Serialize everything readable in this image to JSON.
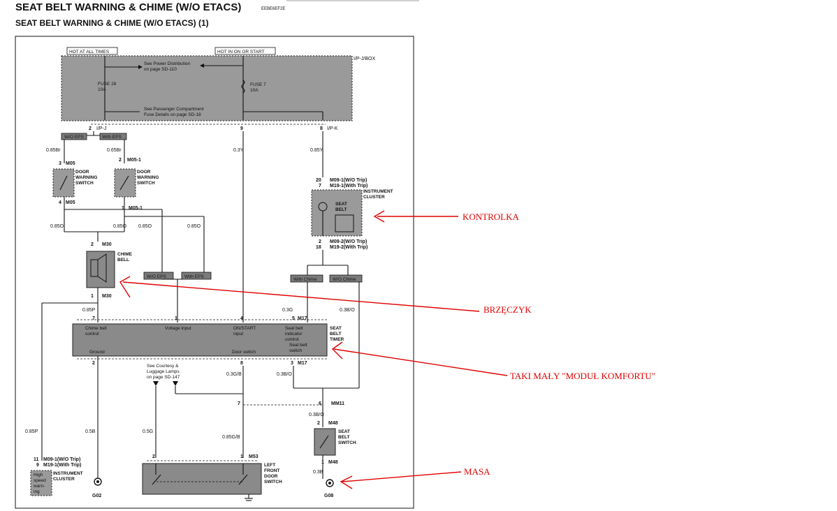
{
  "header": {
    "title": "SEAT BELT WARNING & CHIME (W/O ETACS)",
    "code": "EEBE6EF2E",
    "subtitle": "SEAT BELT WARNING & CHIME (W/O ETACS) (1)"
  },
  "power": {
    "hot_at_all_times": "HOT AT ALL TIMES",
    "hot_in_on": "HOT IN ON OR START",
    "ipj_box": "I/P-J/BOX",
    "power_dist": "See Power Distribution",
    "power_dist2": "on page SD-110",
    "fuse28": "FUSE 28",
    "fuse28_amp": "10A",
    "fuse7": "FUSE 7",
    "fuse7_amp": "10A",
    "passenger": "See Passenger Compartment",
    "passenger2": "Fuse Details on page SD-18"
  },
  "connectors": {
    "ipj": "I/P-J",
    "ipk": "I/P-K",
    "pin2": "2",
    "pin9": "9",
    "pin8": "8"
  },
  "tags": {
    "wo_eps": "W/O EPS",
    "with_eps": "With EPS",
    "with_chime": "With Chime",
    "wo_chime": "W/O Chime"
  },
  "wires": {
    "w085br": "0.85Br",
    "w085br2": "0.65Br",
    "w03y": "0.3Y",
    "w085y": "0.85Y",
    "w085o": "0.85O",
    "w085p": "0.85P",
    "w03g": "0.3G",
    "w03bo": "0.3B/O",
    "w05b": "0.5B",
    "w05g": "0.5G",
    "w03gb": "0.3G/B",
    "w085gb": "0.85G/B"
  },
  "components": {
    "door_warning": "DOOR",
    "door_warning2": "WARNING",
    "door_warning3": "SWITCH",
    "m05": "M05",
    "m05_1": "M05-1",
    "chime": "CHIME",
    "chime2": "BELL",
    "m30": "M30",
    "ic": "INSTRUMENT",
    "ic2": "CLUSTER",
    "seat": "SEAT",
    "belt": "BELT",
    "m09_1": "M09-1(W/O Trip)",
    "m19_1": "M19-1(With Trip)",
    "m09_2": "M09-2(W/O Trip)",
    "m19_2": "M19-2(With Trip)",
    "timer": "TIMER",
    "m17": "M17",
    "chime_bell_ctrl": "Chime bell",
    "chime_bell_ctrl2": "control",
    "voltage_input": "Voltage input",
    "on_start": "ON/START",
    "on_start2": "input",
    "seat_belt_ind": "Seat belt",
    "seat_belt_ind2": "indicator",
    "seat_belt_ind3": "control",
    "seat_belt_sw": "Seat belt",
    "seat_belt_sw2": "switch",
    "ground": "Ground",
    "door_switch": "Door switch",
    "courtesy": "See Courtesy &",
    "courtesy2": "Luggage Lamps",
    "courtesy3": "on page SD-147",
    "mm11": "MM11",
    "m48": "M48",
    "seat_belt_switch": "SWITCH",
    "m53": "M53",
    "left": "LEFT",
    "front": "FRONT",
    "door": "DOOR",
    "switch": "SWITCH",
    "g02": "G02",
    "g08": "G08",
    "high_speed": "High",
    "high_speed2": "speed",
    "high_speed3": "warn-",
    "high_speed4": "ing"
  },
  "pins": {
    "p3": "3",
    "p4": "4",
    "p2": "2",
    "p1": "1",
    "p20": "20",
    "p7": "7",
    "p18": "18",
    "p5": "5",
    "p8": "8",
    "p6": "6",
    "p11": "11",
    "p9": "9"
  },
  "annotations": {
    "kontrolka": "KONTROLKA",
    "brzeczyk": "BRZĘCZYK",
    "modul": "TAKI MAŁY \"MODUŁ KOMFORTU\"",
    "masa": "MASA"
  }
}
